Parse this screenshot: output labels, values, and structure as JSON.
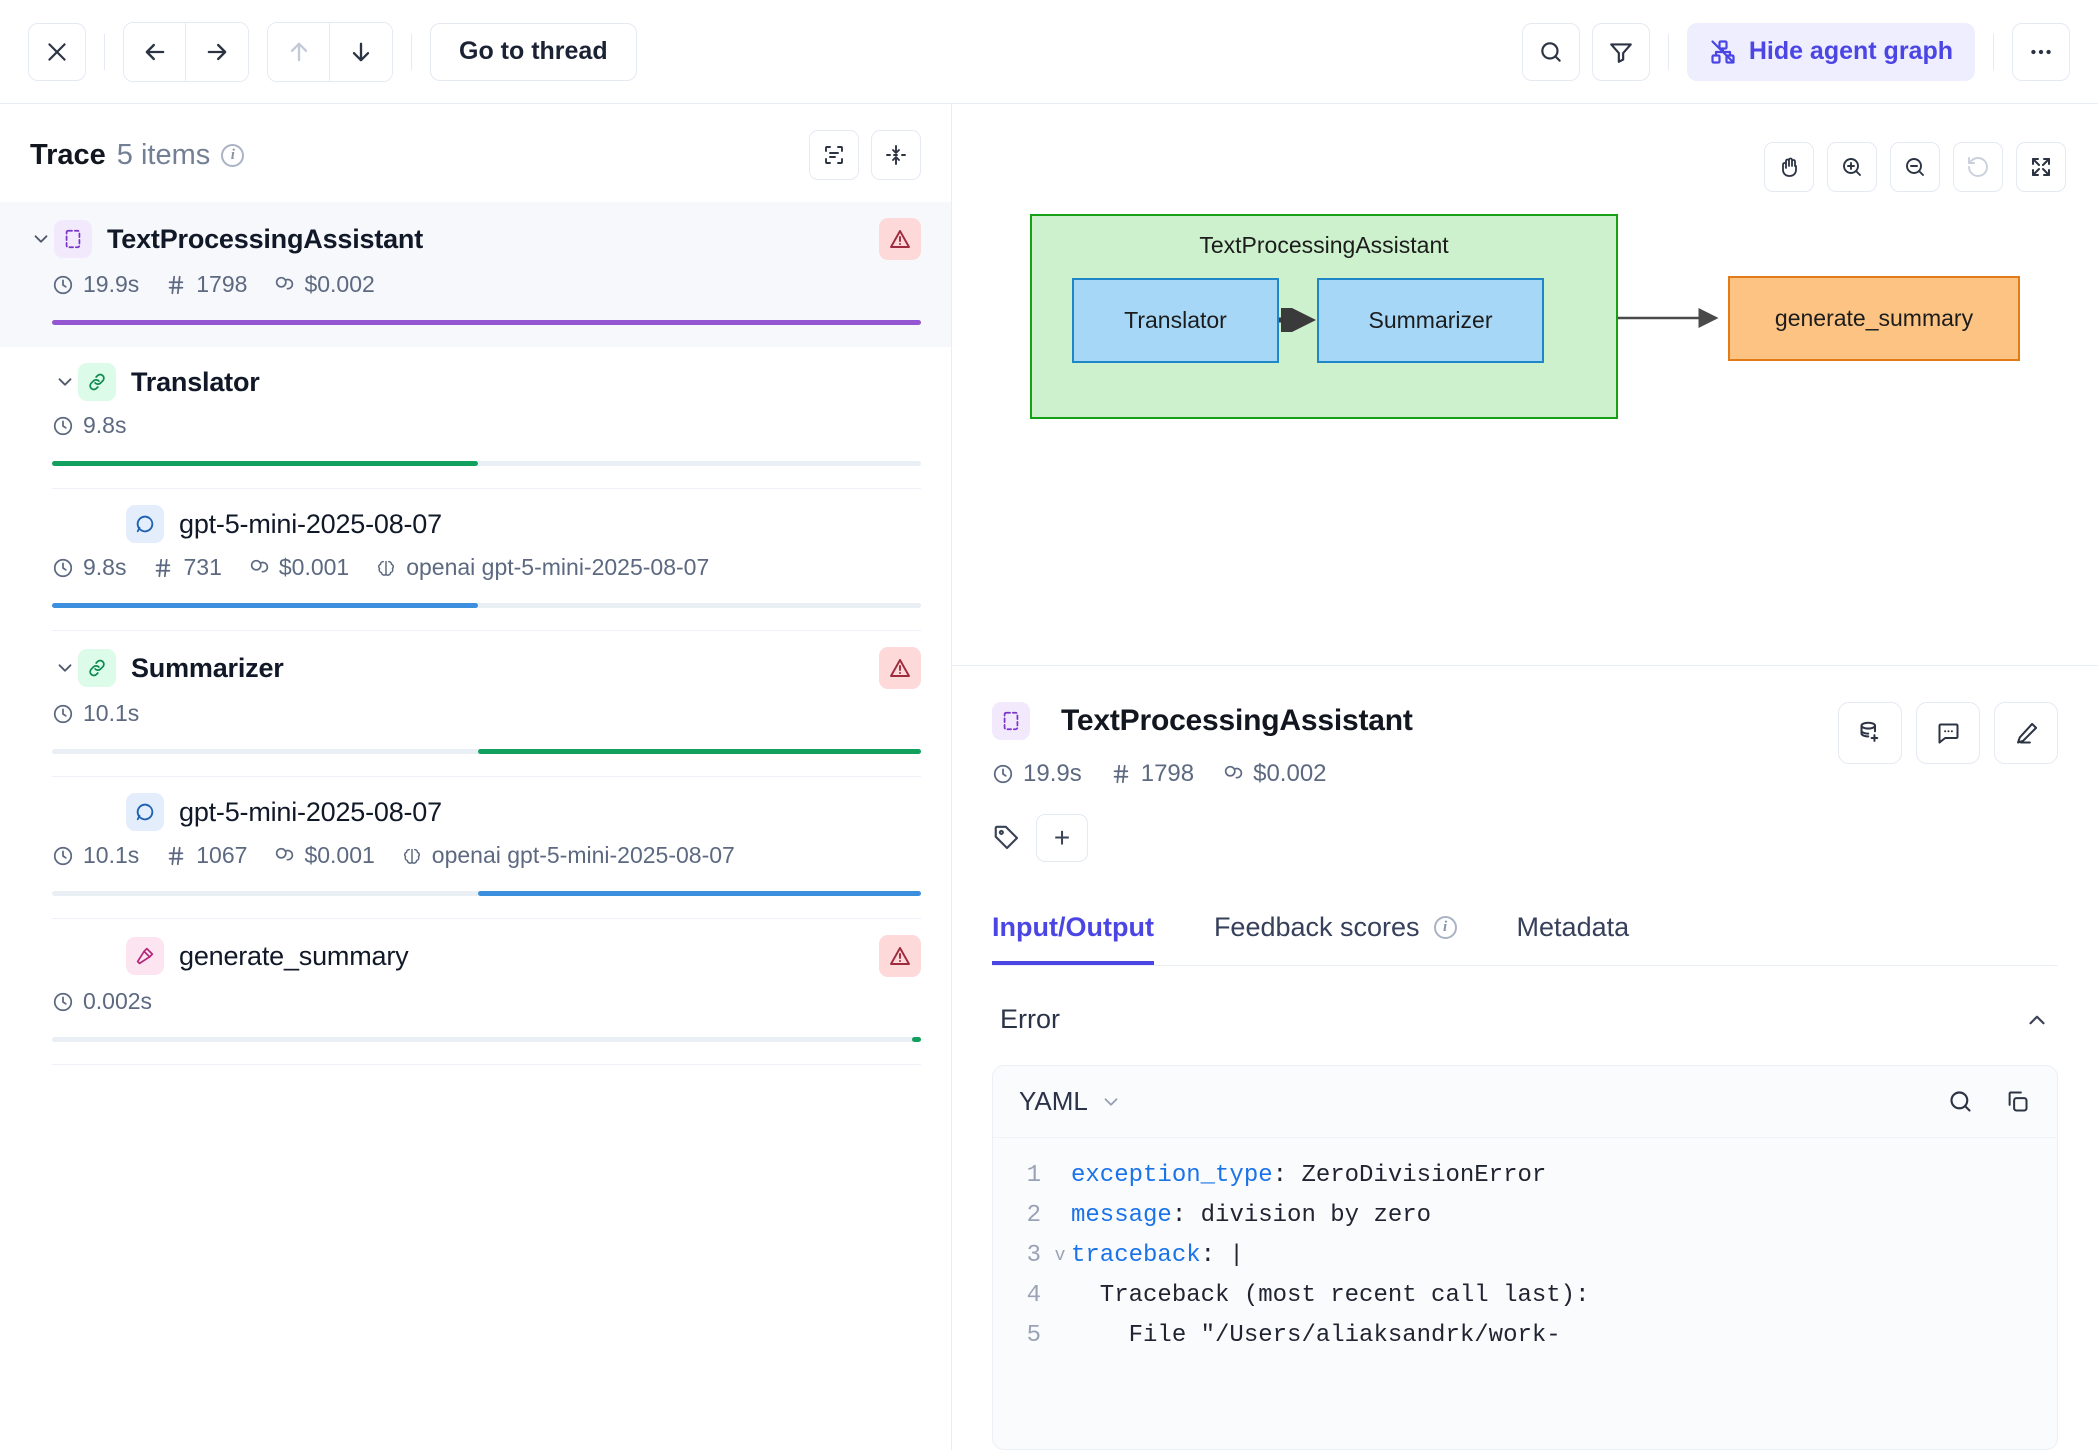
{
  "topbar": {
    "close_icon": "close-icon",
    "back_icon": "arrow-left-icon",
    "forward_icon": "arrow-right-icon",
    "up_icon": "arrow-up-icon",
    "down_icon": "arrow-down-icon",
    "thread_label": "Go to thread",
    "search_icon": "search-icon",
    "filter_icon": "filter-icon",
    "hide_graph_label": "Hide agent graph",
    "hide_graph_icon": "agent-graph-off-icon",
    "more_icon": "more-horizontal-icon",
    "accent_color": "#4b45e4",
    "accent_bg": "#eeeefe"
  },
  "trace": {
    "title": "Trace",
    "count_label": "5 items",
    "info_icon": "info-icon",
    "actions": [
      {
        "name": "scan-text-icon"
      },
      {
        "name": "collapse-vertical-icon"
      }
    ],
    "nodes": [
      {
        "name": "TextProcessingAssistant",
        "level": 0,
        "icon": "agent-icon",
        "icon_color": "purple",
        "selected": true,
        "error": true,
        "expanded": true,
        "duration": "19.9s",
        "tokens": "1798",
        "cost": "$0.002",
        "provider": "",
        "bar_color": "#9457d1",
        "bar_start_pct": 0,
        "bar_width_pct": 100
      },
      {
        "name": "Translator",
        "level": 1,
        "icon": "chain-icon",
        "icon_color": "green",
        "selected": false,
        "error": false,
        "expanded": true,
        "duration": "9.8s",
        "tokens": "",
        "cost": "",
        "provider": "",
        "bar_color": "#12a05f",
        "bar_start_pct": 0,
        "bar_width_pct": 49
      },
      {
        "name": "gpt-5-mini-2025-08-07",
        "level": 2,
        "icon": "llm-icon",
        "icon_color": "blue",
        "selected": false,
        "error": false,
        "expanded": false,
        "duration": "9.8s",
        "tokens": "731",
        "cost": "$0.001",
        "provider": "openai gpt-5-mini-2025-08-07",
        "bar_color": "#3b8fdd",
        "bar_start_pct": 0,
        "bar_width_pct": 49
      },
      {
        "name": "Summarizer",
        "level": 1,
        "icon": "chain-icon",
        "icon_color": "green",
        "selected": false,
        "error": true,
        "expanded": true,
        "duration": "10.1s",
        "tokens": "",
        "cost": "",
        "provider": "",
        "bar_color": "#12a05f",
        "bar_start_pct": 49,
        "bar_width_pct": 51
      },
      {
        "name": "gpt-5-mini-2025-08-07",
        "level": 2,
        "icon": "llm-icon",
        "icon_color": "blue",
        "selected": false,
        "error": false,
        "expanded": false,
        "duration": "10.1s",
        "tokens": "1067",
        "cost": "$0.001",
        "provider": "openai gpt-5-mini-2025-08-07",
        "bar_color": "#3b8fdd",
        "bar_start_pct": 49,
        "bar_width_pct": 51
      },
      {
        "name": "generate_summary",
        "level": 2,
        "icon": "tool-icon",
        "icon_color": "pink",
        "selected": false,
        "error": true,
        "expanded": false,
        "duration": "0.002s",
        "tokens": "",
        "cost": "",
        "provider": "",
        "bar_color": "#12a05f",
        "bar_start_pct": 99,
        "bar_width_pct": 1
      }
    ]
  },
  "graph": {
    "tools": [
      {
        "name": "pan-hand-icon",
        "disabled": false
      },
      {
        "name": "zoom-in-icon",
        "disabled": false
      },
      {
        "name": "zoom-out-icon",
        "disabled": false
      },
      {
        "name": "reset-icon",
        "disabled": true
      },
      {
        "name": "fullscreen-icon",
        "disabled": false
      }
    ],
    "subgraph_label": "TextProcessingAssistant",
    "nodes": [
      {
        "label": "Translator",
        "kind": "blue"
      },
      {
        "label": "Summarizer",
        "kind": "blue"
      },
      {
        "label": "generate_summary",
        "kind": "orange"
      }
    ],
    "colors": {
      "subgraph_bg": "#cdf0cd",
      "subgraph_border": "#15a015",
      "node_bg": "#a6d7f7",
      "node_border": "#1e87c8",
      "tool_bg": "#fcc383",
      "tool_border": "#e07b18"
    }
  },
  "details": {
    "icon": "agent-icon",
    "title": "TextProcessingAssistant",
    "duration": "19.9s",
    "tokens": "1798",
    "cost": "$0.002",
    "actions": [
      {
        "name": "add-to-dataset-icon"
      },
      {
        "name": "comment-icon"
      },
      {
        "name": "annotate-edit-icon"
      }
    ],
    "tag_icon": "tag-icon",
    "add_tag_label": "+",
    "tabs": [
      {
        "label": "Input/Output",
        "active": true,
        "info": false
      },
      {
        "label": "Feedback scores",
        "active": false,
        "info": true
      },
      {
        "label": "Metadata",
        "active": false,
        "info": false
      }
    ],
    "error_section": {
      "label": "Error",
      "collapse_icon": "chevron-up-icon",
      "language": "YAML",
      "language_chevron": "chevron-down-icon",
      "search_icon": "search-icon",
      "copy_icon": "copy-icon",
      "lines": [
        {
          "num": "1",
          "fold": "",
          "key": "exception_type",
          "rest": ": ZeroDivisionError",
          "indent": ""
        },
        {
          "num": "2",
          "fold": "",
          "key": "message",
          "rest": ": division by zero",
          "indent": ""
        },
        {
          "num": "3",
          "fold": "v",
          "key": "traceback",
          "rest": ": |",
          "indent": ""
        },
        {
          "num": "4",
          "fold": "",
          "key": "",
          "rest": "  Traceback (most recent call last):",
          "indent": ""
        },
        {
          "num": "5",
          "fold": "",
          "key": "",
          "rest": "    File \"/Users/aliaksandrk/work-",
          "indent": ""
        }
      ]
    }
  }
}
